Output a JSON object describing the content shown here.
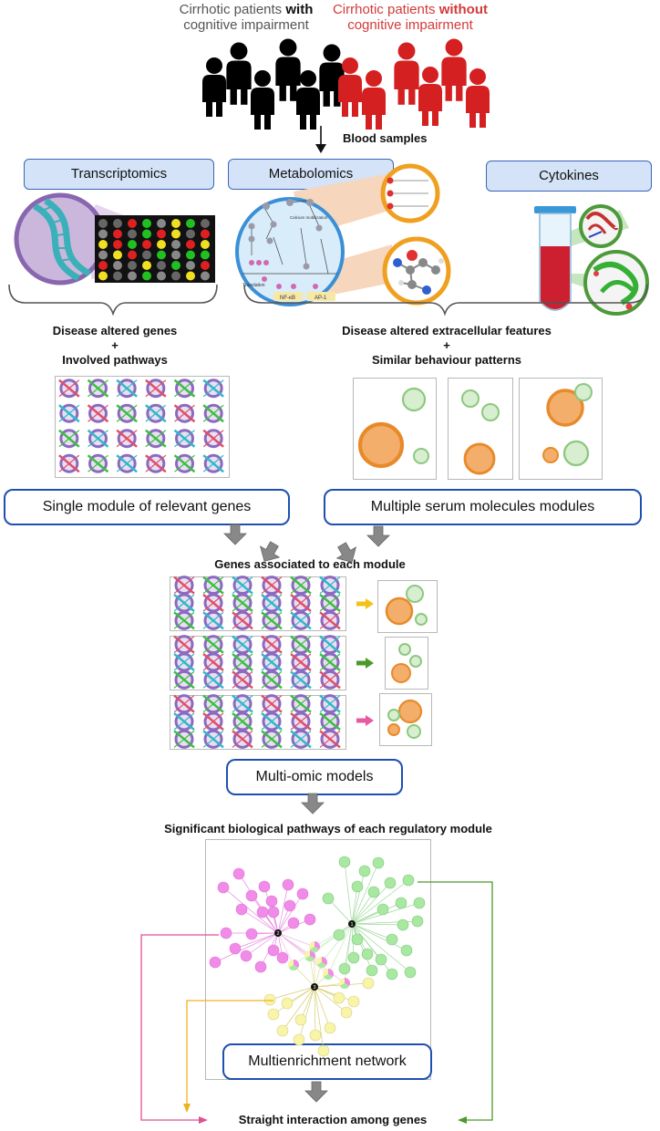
{
  "header": {
    "group_with_line1": "Cirrhotic patients ",
    "group_with_bold": "with",
    "group_with_line2": "cognitive impairment",
    "group_without_line1": "Cirrhotic patients ",
    "group_without_bold": "without",
    "group_without_line2": "cognitive impairment",
    "blood_label": "Blood samples"
  },
  "tabs": {
    "transcriptomics": "Transcriptomics",
    "metabolomics": "Metabolomics",
    "cytokines": "Cytokines"
  },
  "mini_pathway": {
    "calcium": "Calcium\nmobilization",
    "translation": "Translation",
    "nfkb": "NF-κB",
    "ap1": "AP-1"
  },
  "labels": {
    "left_line1": "Disease altered genes",
    "left_plus": "+",
    "left_line2": "Involved pathways",
    "right_line1": "Disease altered extracellular features",
    "right_plus": "+",
    "right_line2": "Similar behaviour patterns",
    "genes_assoc": "Genes associated  to each module",
    "significant": "Significant  biological pathways of each regulatory module",
    "straight": "Straight interaction among genes"
  },
  "modules": {
    "single": "Single module of relevant genes",
    "multiple": "Multiple serum molecules modules",
    "multiomic": "Multi-omic models",
    "network": "Multienrichment network"
  },
  "network": {
    "hub1": "1",
    "hub2": "2",
    "hub3": "3"
  },
  "colors": {
    "with_group": "#000000",
    "without_group": "#d42020",
    "tab_fill": "#d4e3f7",
    "module_border": "#1f4fb0",
    "arrow_yellow": "#f2c21a",
    "arrow_green": "#4c9a2a",
    "arrow_pink": "#e55aa0",
    "node_pink": "#f08ce8",
    "node_green": "#a8e8a0",
    "node_yellow": "#f8f4a8",
    "molecule_orange": "#f2ae6a",
    "molecule_green": "#d8eed0"
  }
}
